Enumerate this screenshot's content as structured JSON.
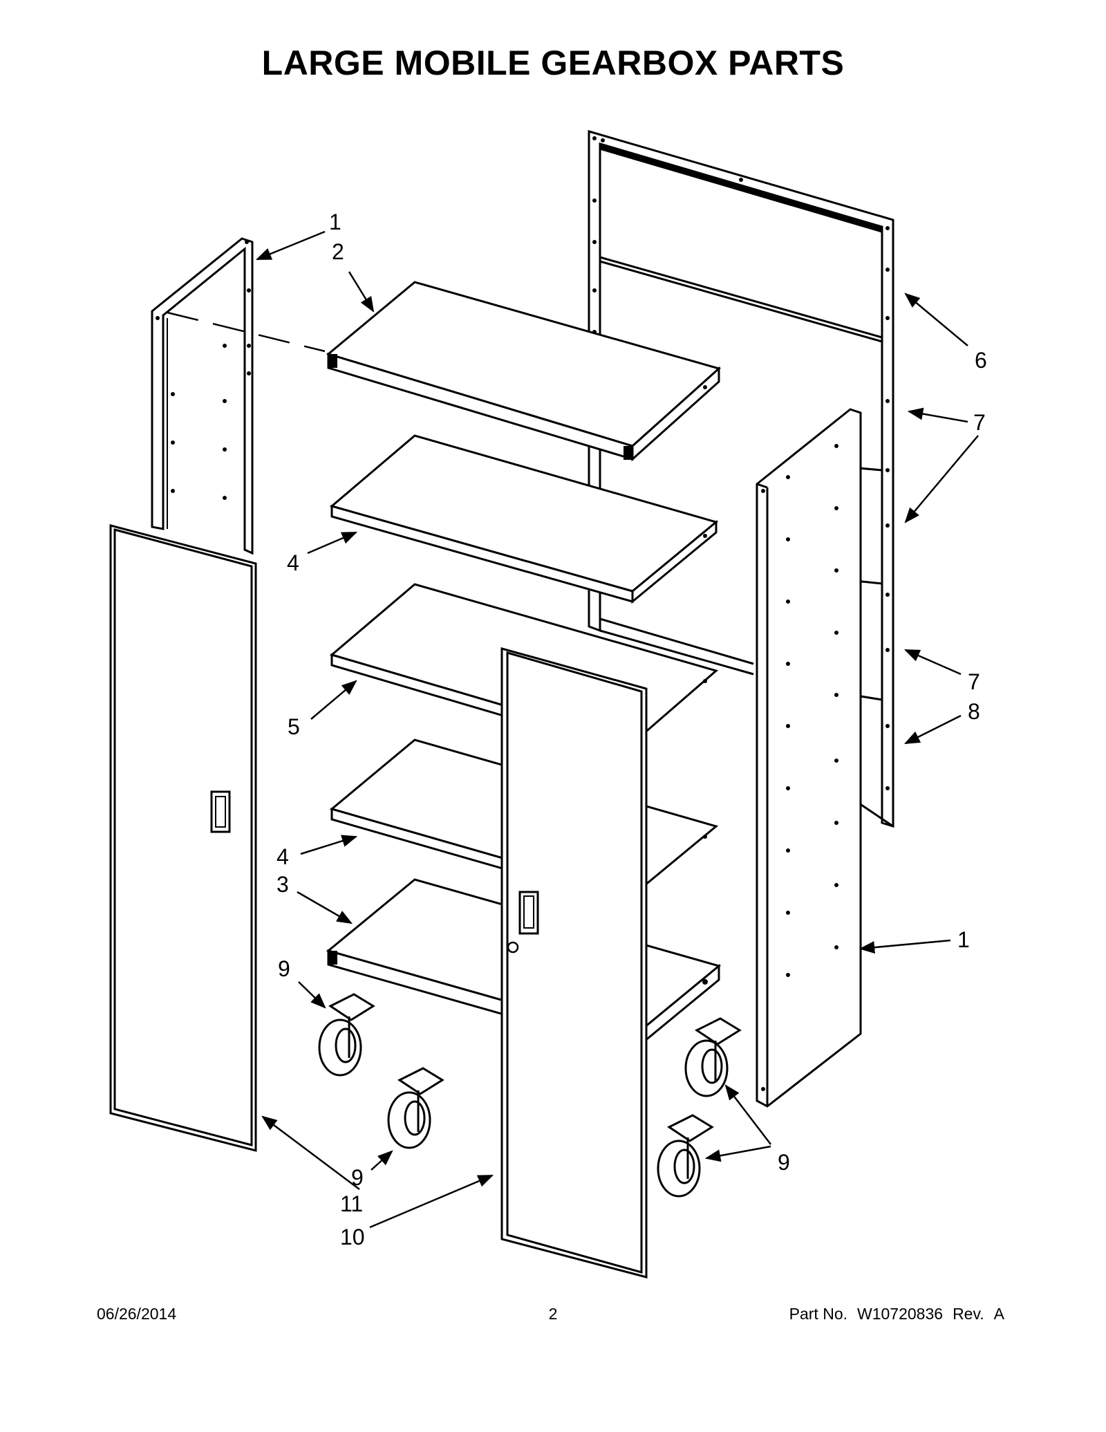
{
  "title": "LARGE MOBILE GEARBOX PARTS",
  "callouts": [
    "1",
    "2",
    "6",
    "7",
    "4",
    "7",
    "8",
    "5",
    "4",
    "3",
    "1",
    "9",
    "9",
    "9",
    "11",
    "10"
  ],
  "footer": {
    "date": "06/26/2014",
    "page": "2",
    "part_label": "Part No.",
    "part_number": "W10720836",
    "rev_label": "Rev.",
    "rev": "A"
  }
}
